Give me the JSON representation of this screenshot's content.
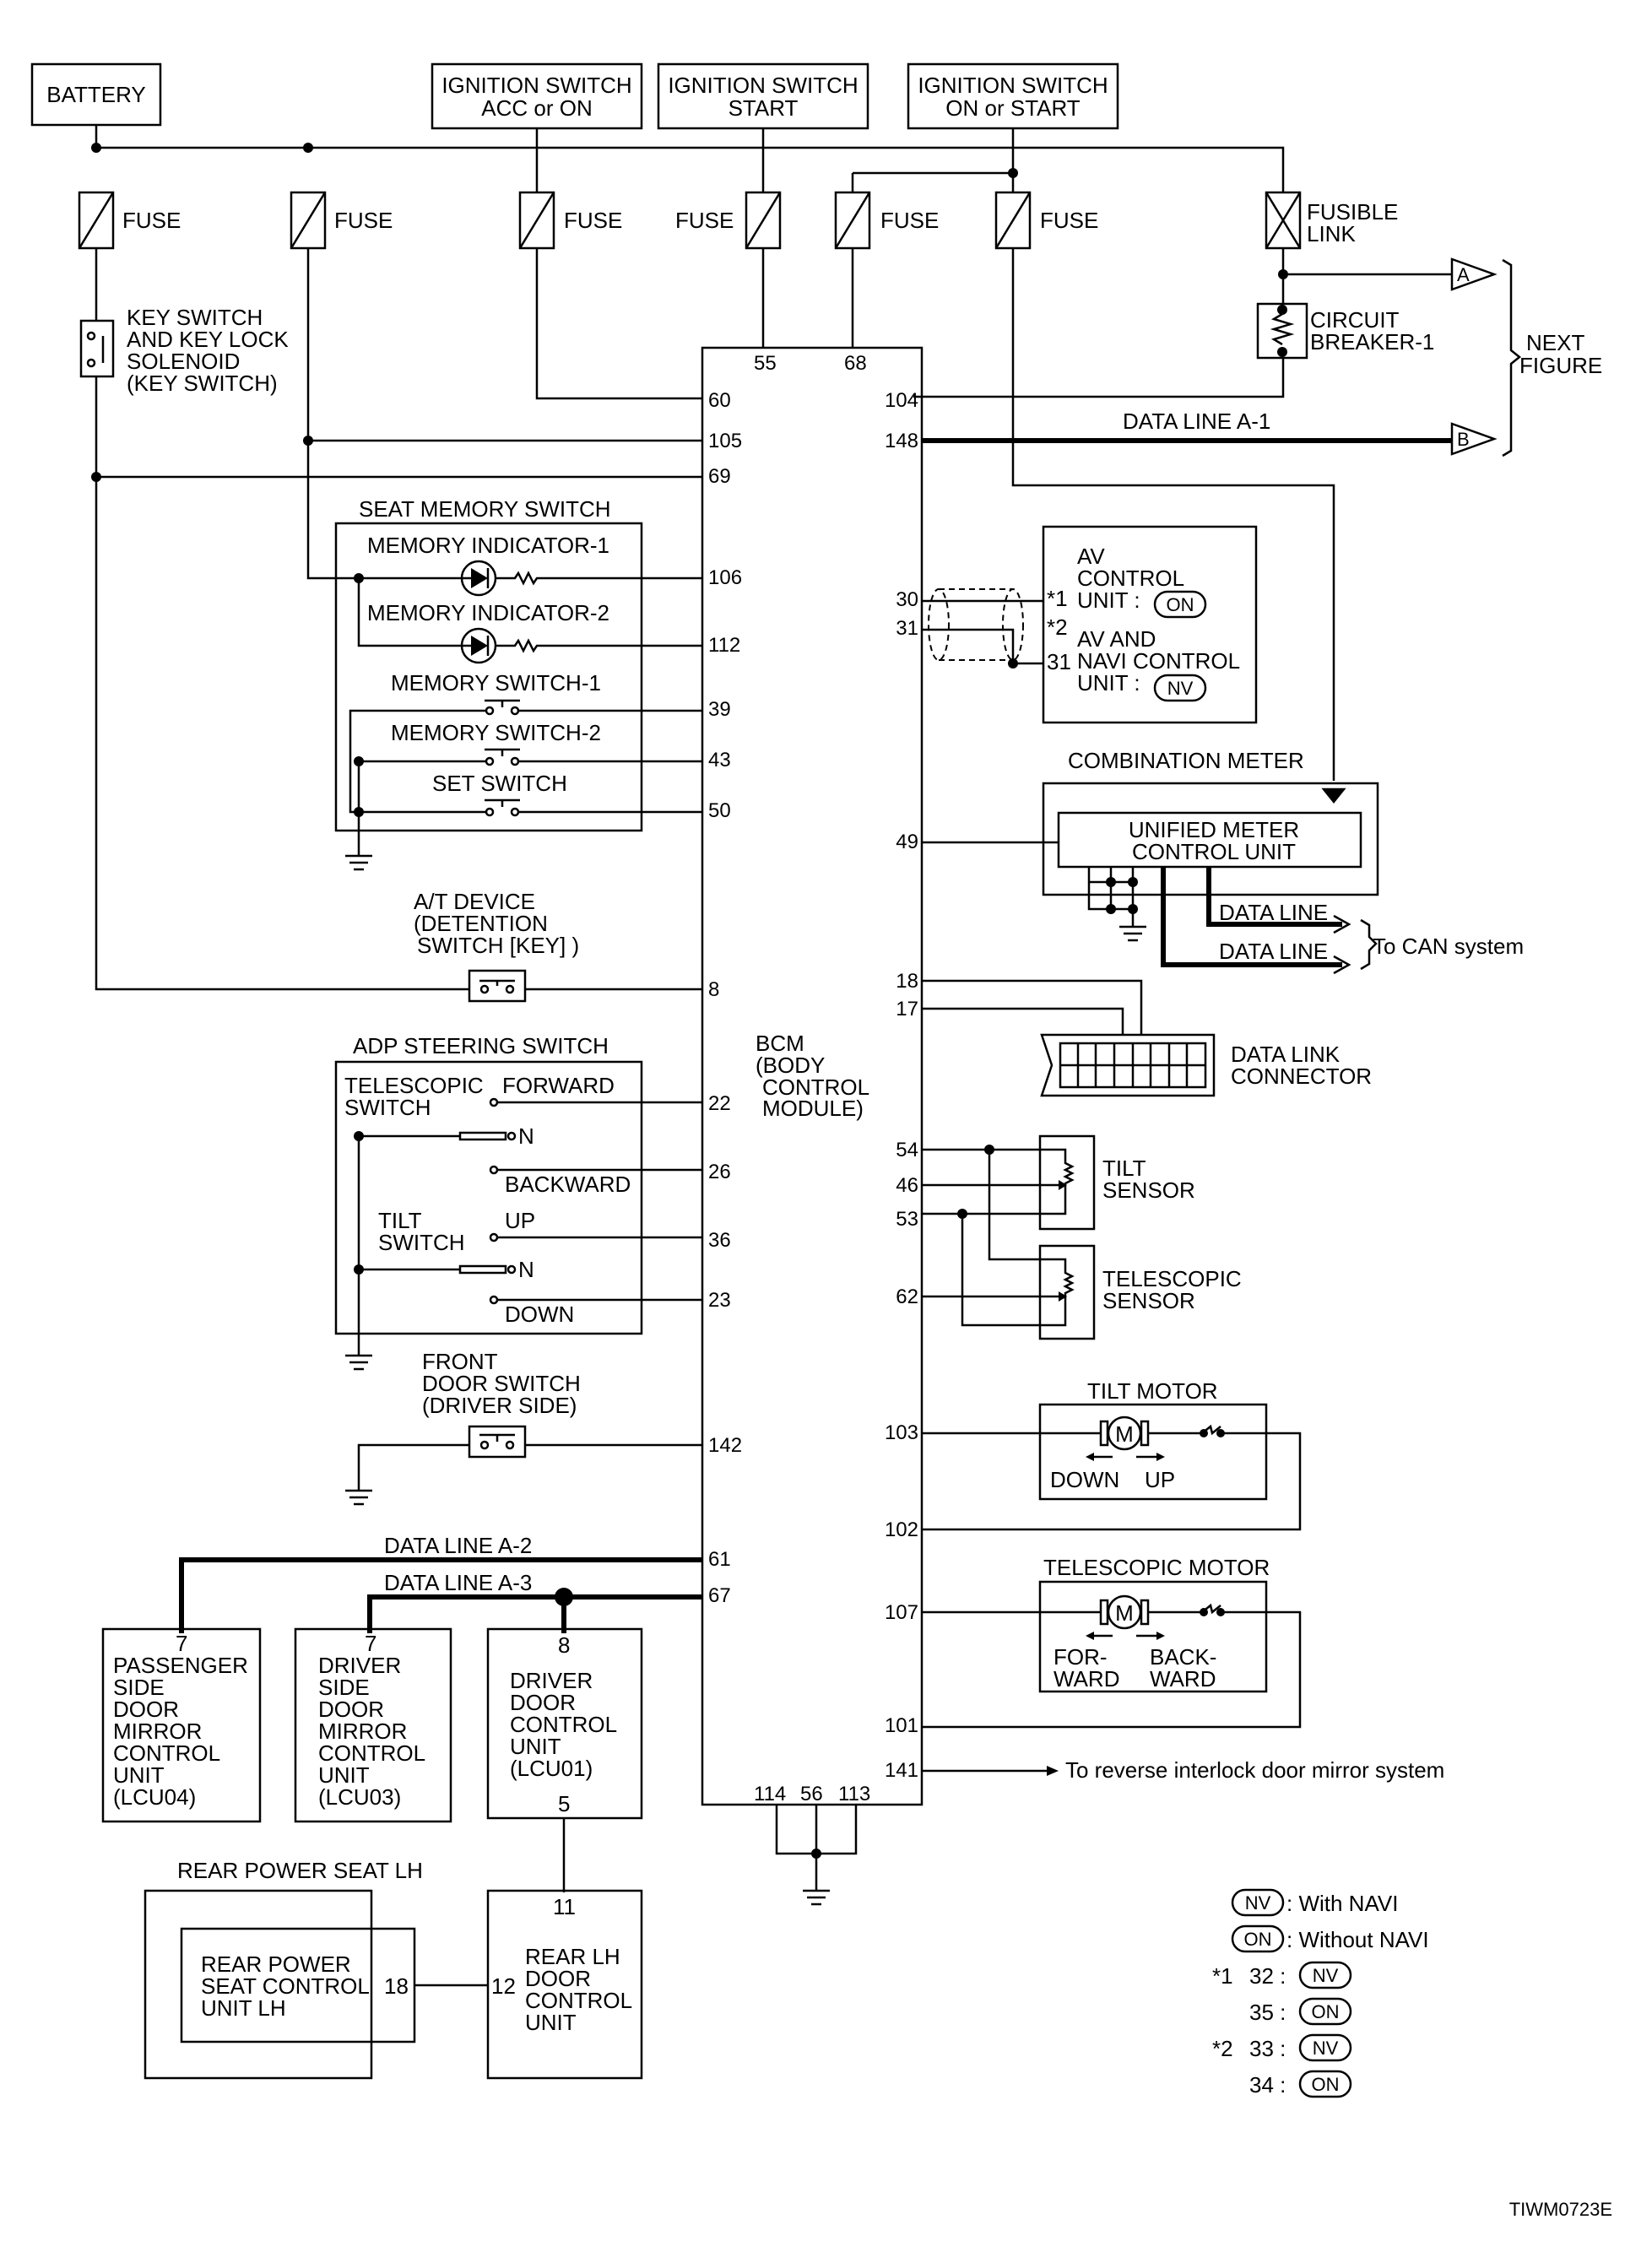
{
  "sources": {
    "battery": "BATTERY",
    "ign_acc_1": "IGNITION SWITCH",
    "ign_acc_2": "ACC or ON",
    "ign_start_1": "IGNITION SWITCH",
    "ign_start_2": "START",
    "ign_on_1": "IGNITION SWITCH",
    "ign_on_2": "ON or START"
  },
  "fuses": {
    "fuse": "FUSE",
    "fusible_1": "FUSIBLE",
    "fusible_2": "LINK",
    "cb_1": "CIRCUIT",
    "cb_2": "BREAKER-1"
  },
  "next_figure": {
    "l1": "NEXT",
    "l2": "FIGURE",
    "conn_a": "A",
    "conn_b": "B"
  },
  "key_switch": {
    "l1": "KEY SWITCH",
    "l2": "AND KEY LOCK",
    "l3": "SOLENOID",
    "l4": "(KEY SWITCH)"
  },
  "bcm": {
    "l1": "BCM",
    "l2": "(BODY",
    "l3": "CONTROL",
    "l4": "MODULE)",
    "pins": {
      "p55": "55",
      "p68": "68",
      "p60": "60",
      "p105": "105",
      "p69": "69",
      "p106": "106",
      "p112": "112",
      "p39": "39",
      "p43": "43",
      "p50": "50",
      "p8": "8",
      "p22": "22",
      "p26": "26",
      "p36": "36",
      "p23": "23",
      "p142": "142",
      "p61": "61",
      "p67": "67",
      "p104": "104",
      "p148": "148",
      "p30": "30",
      "p31": "31",
      "p49": "49",
      "p18": "18",
      "p17": "17",
      "p54": "54",
      "p46": "46",
      "p53": "53",
      "p62": "62",
      "p103": "103",
      "p102": "102",
      "p107": "107",
      "p101": "101",
      "p141": "141",
      "p114": "114",
      "p56": "56",
      "p113": "113"
    }
  },
  "data_lines": {
    "a1": "DATA LINE A-1",
    "a2": "DATA LINE A-2",
    "a3": "DATA LINE A-3",
    "dl": "DATA LINE"
  },
  "seat_memory": {
    "title": "SEAT MEMORY SWITCH",
    "ind1": "MEMORY INDICATOR-1",
    "ind2": "MEMORY INDICATOR-2",
    "sw1": "MEMORY SWITCH-1",
    "sw2": "MEMORY SWITCH-2",
    "set": "SET SWITCH"
  },
  "at_device": {
    "l1": "A/T DEVICE",
    "l2": "(DETENTION",
    "l3": "SWITCH [KEY] )"
  },
  "adp": {
    "title": "ADP STEERING SWITCH",
    "tele_1": "TELESCOPIC",
    "tele_2": "SWITCH",
    "forward": "FORWARD",
    "n": "N",
    "backward": "BACKWARD",
    "tilt_1": "TILT",
    "tilt_2": "SWITCH",
    "up": "UP",
    "down": "DOWN"
  },
  "front_door": {
    "l1": "FRONT",
    "l2": "DOOR SWITCH",
    "l3": "(DRIVER SIDE)"
  },
  "av": {
    "l1": "AV",
    "l2": "CONTROL",
    "l3": "UNIT :",
    "on": "ON",
    "l4": "AV AND",
    "l5": "NAVI CONTROL",
    "l6": "UNIT :",
    "nv": "NV",
    "star1": "*1",
    "star2": "*2",
    "pin31": "31"
  },
  "combo": {
    "title": "COMBINATION METER",
    "l1": "UNIFIED METER",
    "l2": "CONTROL UNIT",
    "to_can": "To CAN system"
  },
  "dlc": {
    "l1": "DATA LINK",
    "l2": "CONNECTOR"
  },
  "tilt_sensor": {
    "l1": "TILT",
    "l2": "SENSOR"
  },
  "tele_sensor": {
    "l1": "TELESCOPIC",
    "l2": "SENSOR"
  },
  "tilt_motor": {
    "title": "TILT MOTOR",
    "down": "DOWN",
    "up": "UP",
    "m": "M"
  },
  "tele_motor": {
    "title": "TELESCOPIC MOTOR",
    "for_1": "FOR-",
    "for_2": "WARD",
    "back_1": "BACK-",
    "back_2": "WARD",
    "m": "M"
  },
  "reverse": "To reverse interlock door mirror system",
  "lcu04": {
    "pin": "7",
    "l1": "PASSENGER",
    "l2": "SIDE",
    "l3": "DOOR",
    "l4": "MIRROR",
    "l5": "CONTROL",
    "l6": "UNIT",
    "l7": "(LCU04)"
  },
  "lcu03": {
    "pin": "7",
    "l1": "DRIVER",
    "l2": "SIDE",
    "l3": "DOOR",
    "l4": "MIRROR",
    "l5": "CONTROL",
    "l6": "UNIT",
    "l7": "(LCU03)"
  },
  "lcu01": {
    "pin_top": "8",
    "pin_bot": "5",
    "l1": "DRIVER",
    "l2": "DOOR",
    "l3": "CONTROL",
    "l4": "UNIT",
    "l5": "(LCU01)"
  },
  "rear_seat": {
    "title": "REAR POWER SEAT LH",
    "l1": "REAR POWER",
    "l2": "SEAT CONTROL",
    "l3": "UNIT LH",
    "pin": "18"
  },
  "rear_door": {
    "pin_top": "11",
    "pin_left": "12",
    "l1": "REAR LH",
    "l2": "DOOR",
    "l3": "CONTROL",
    "l4": "UNIT"
  },
  "legend": {
    "nv": "NV",
    "nv_text": ": With NAVI",
    "on": "ON",
    "on_text": ": Without NAVI",
    "s1": "*1",
    "r1": "32 :",
    "r2": "35 :",
    "s2": "*2",
    "r3": "33 :",
    "r4": "34 :"
  },
  "code": "TIWM0723E"
}
